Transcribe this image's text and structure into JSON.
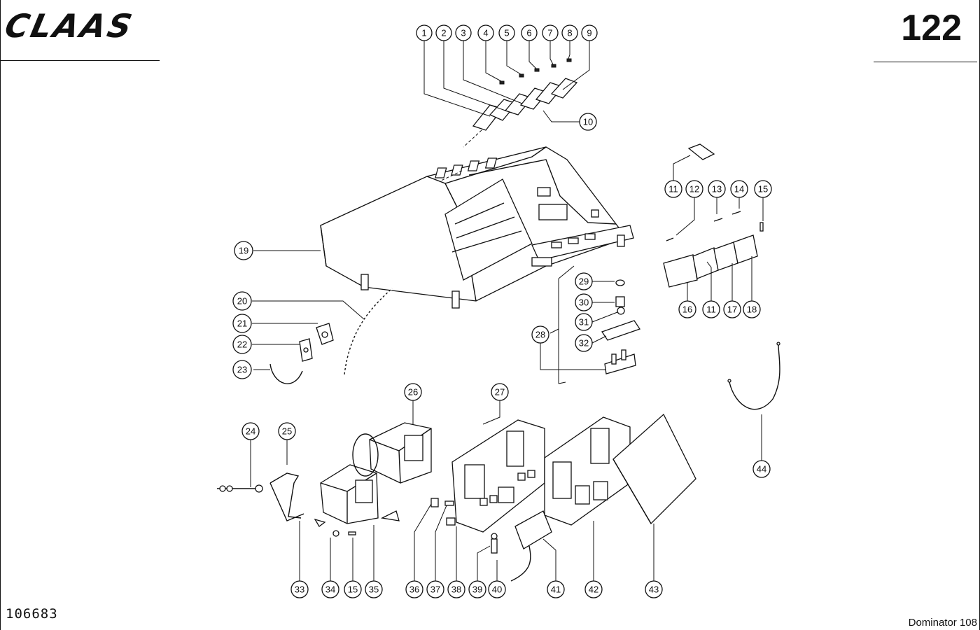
{
  "header": {
    "brand_logo_text": "CLAAS",
    "page_number": "122"
  },
  "footer": {
    "drawing_number": "106683",
    "model_name": "Dominator 108"
  },
  "callouts": [
    {
      "id": "c1",
      "label": "1"
    },
    {
      "id": "c2",
      "label": "2"
    },
    {
      "id": "c3",
      "label": "3"
    },
    {
      "id": "c4",
      "label": "4"
    },
    {
      "id": "c5",
      "label": "5"
    },
    {
      "id": "c6",
      "label": "6"
    },
    {
      "id": "c7",
      "label": "7"
    },
    {
      "id": "c8",
      "label": "8"
    },
    {
      "id": "c9",
      "label": "9"
    },
    {
      "id": "c10",
      "label": "10"
    },
    {
      "id": "c11a",
      "label": "11"
    },
    {
      "id": "c12",
      "label": "12"
    },
    {
      "id": "c13",
      "label": "13"
    },
    {
      "id": "c14",
      "label": "14"
    },
    {
      "id": "c15a",
      "label": "15"
    },
    {
      "id": "c16",
      "label": "16"
    },
    {
      "id": "c11b",
      "label": "11"
    },
    {
      "id": "c17",
      "label": "17"
    },
    {
      "id": "c18",
      "label": "18"
    },
    {
      "id": "c19",
      "label": "19"
    },
    {
      "id": "c20",
      "label": "20"
    },
    {
      "id": "c21",
      "label": "21"
    },
    {
      "id": "c22",
      "label": "22"
    },
    {
      "id": "c23",
      "label": "23"
    },
    {
      "id": "c24",
      "label": "24"
    },
    {
      "id": "c25",
      "label": "25"
    },
    {
      "id": "c26",
      "label": "26"
    },
    {
      "id": "c27",
      "label": "27"
    },
    {
      "id": "c28",
      "label": "28"
    },
    {
      "id": "c29",
      "label": "29"
    },
    {
      "id": "c30",
      "label": "30"
    },
    {
      "id": "c31",
      "label": "31"
    },
    {
      "id": "c32",
      "label": "32"
    },
    {
      "id": "c33",
      "label": "33"
    },
    {
      "id": "c34",
      "label": "34"
    },
    {
      "id": "c15b",
      "label": "15"
    },
    {
      "id": "c35",
      "label": "35"
    },
    {
      "id": "c36",
      "label": "36"
    },
    {
      "id": "c37",
      "label": "37"
    },
    {
      "id": "c38",
      "label": "38"
    },
    {
      "id": "c39",
      "label": "39"
    },
    {
      "id": "c40",
      "label": "40"
    },
    {
      "id": "c41",
      "label": "41"
    },
    {
      "id": "c42",
      "label": "42"
    },
    {
      "id": "c43",
      "label": "43"
    },
    {
      "id": "c44",
      "label": "44"
    }
  ]
}
